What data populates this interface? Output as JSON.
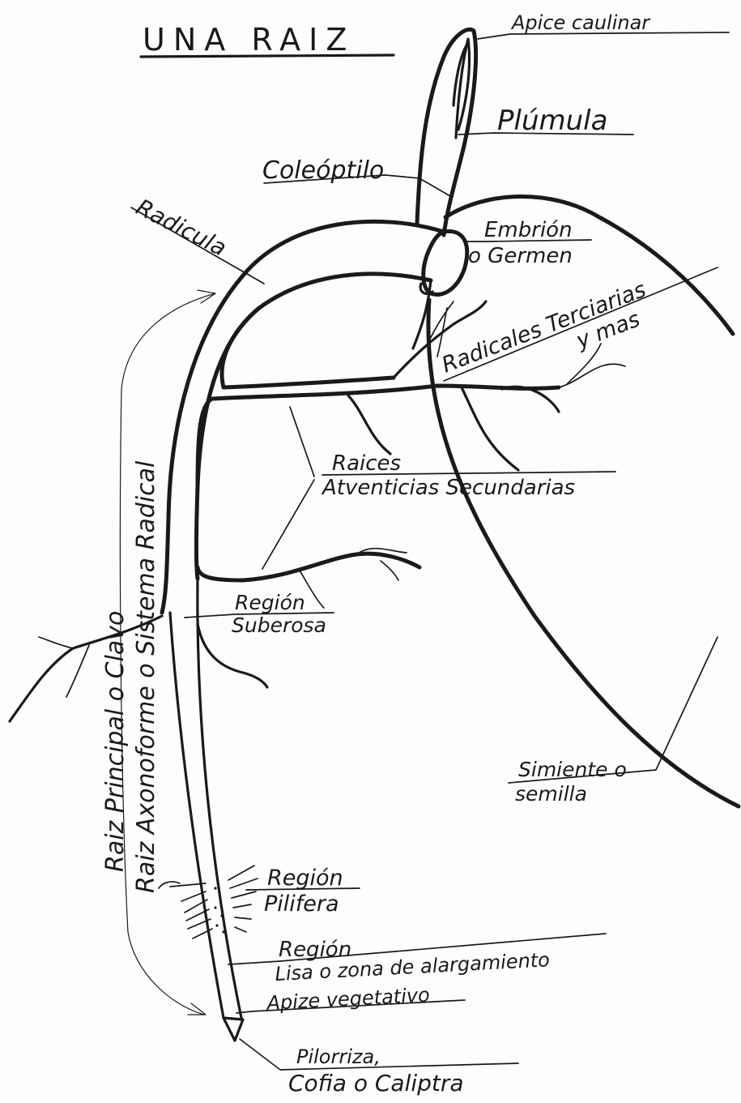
{
  "title": "UNA RAIZ",
  "labels": {
    "apice_caulinar": "Apice caulinar",
    "plumula": "Plúmula",
    "coleoptilo": "Coleóptilo",
    "radicula": "Radicula",
    "embrion_1": "Embrión",
    "embrion_2": "o Germen",
    "terciarias_1": "Radicales Terciarias",
    "terciarias_2": "y mas",
    "raices_1": "Raices",
    "raices_2": "Atventicias Secundarias",
    "suberosa_1": "Región",
    "suberosa_2": "Suberosa",
    "raiz_principal": "Raiz Principal o Clavo",
    "raiz_axonoforme": "Raiz Axonoforme o Sistema Radical",
    "simiente_1": "Simiente o",
    "simiente_2": "semilla",
    "pilifera_1": "Región",
    "pilifera_2": "Pilifera",
    "lisa_1": "Región",
    "lisa_2": "Lisa o zona de alargamiento",
    "apize": "Apize vegetativo",
    "pilorriza_1": "Pilorriza,",
    "pilorriza_2": "Cofia o Caliptra"
  }
}
